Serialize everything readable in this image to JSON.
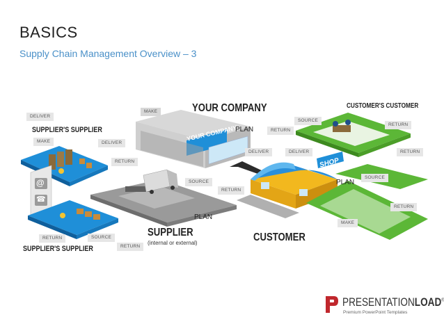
{
  "page": {
    "title": "BASICS",
    "subtitle": "Supply Chain Management Overview – 3"
  },
  "headings": {
    "your_company": "YOUR COMPANY",
    "customers_customer": "CUSTOMER'S CUSTOMER",
    "suppliers_supplier_top": "SUPPLIER'S SUPPLIER",
    "suppliers_supplier_bottom": "SUPPLIER'S SUPPLIER",
    "supplier": "SUPPLIER",
    "supplier_note": "(internal or external)",
    "customer": "CUSTOMER"
  },
  "plan_labels": {
    "company": "PLAN",
    "customer": "PLAN",
    "supplier": "PLAN"
  },
  "tags": {
    "deliver_top_left": "DELIVER",
    "make_top_left": "MAKE",
    "deliver_left": "DELIVER",
    "return_left": "RETURN",
    "make_center": "MAKE",
    "source_customer_top": "SOURCE",
    "return_customer_top": "RETURN",
    "return_customer_right_1": "RETURN",
    "return_customer_right_2": "RETURN",
    "deliver_company": "DELIVER",
    "deliver_customer": "DELIVER",
    "source_customer_right": "SOURCE",
    "return_customer_far": "RETURN",
    "source_supplier": "SOURCE",
    "return_supplier": "RETURN",
    "make_customer_bottom": "MAKE",
    "return_bottom_left": "RETURN",
    "source_bottom_left": "SOURCE",
    "return_bottom_center": "RETURN"
  },
  "illustration": {
    "building_sign": "YOUR COMPANY",
    "shop_sign": "SHOP",
    "email_symbol": "@",
    "phone_symbol": "☎"
  },
  "logo": {
    "brand_light": "PRESENTATION",
    "brand_bold": "LOAD",
    "registered": "®",
    "tagline": "Premium PowerPoint Templates"
  },
  "colors": {
    "accent_blue": "#1a8fd9",
    "green": "#4caf2c",
    "brand_red": "#c0272d",
    "grey_platform": "#8a8a8a"
  }
}
